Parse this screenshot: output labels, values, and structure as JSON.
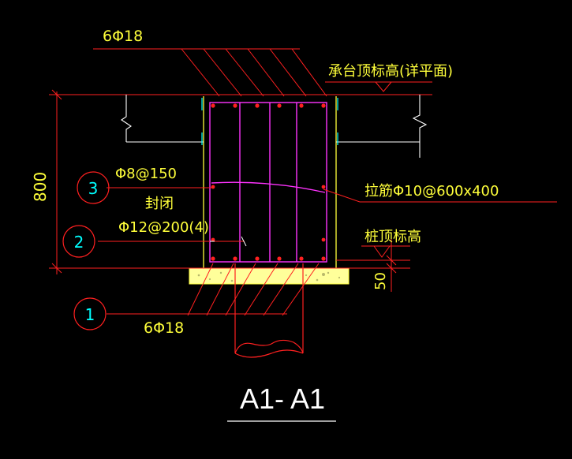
{
  "colors": {
    "background": "#000000",
    "dimension": "#ff2020",
    "rebar": "#ff33ff",
    "outline": "#ffff3a",
    "axis": "#00ffff",
    "text": "#ffff3a",
    "title": "#ffffff",
    "concrete_fill": "#ffff9a"
  },
  "labels": {
    "top_bars": "6Φ18",
    "cap_top_elev": "承台顶标高(详平面)",
    "stirrup": "Φ8@150",
    "closed_stirrup_note": "封闭",
    "side_bars": "Φ12@200(4)",
    "tie_bars": "拉筋Φ10@600x400",
    "pile_top_elev": "桩顶标高",
    "bottom_bars": "6Φ18",
    "height_dim": "800",
    "cover_dim": "50",
    "section_title": "A1- A1"
  },
  "callouts": {
    "c1": "1",
    "c2": "2",
    "c3": "3"
  }
}
